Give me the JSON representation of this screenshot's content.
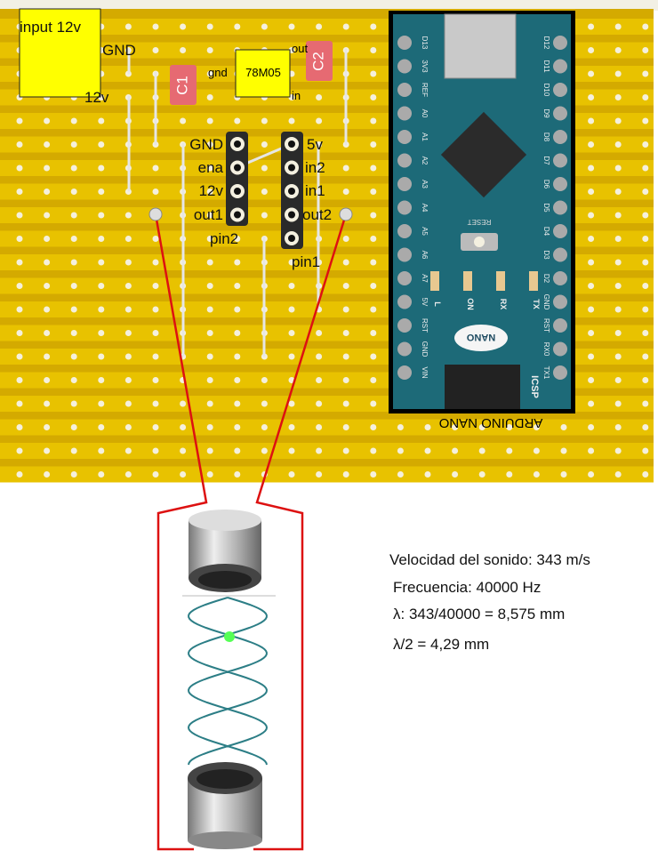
{
  "board": {
    "input_label": "input 12v",
    "gnd_label": "GND",
    "v12_label": "12v",
    "c1": "C1",
    "c2": "C2",
    "regulator": "78M05",
    "reg_gnd": "gnd",
    "reg_out": "out",
    "reg_in": "in",
    "driver_left": [
      "GND",
      "ena",
      "12v",
      "out1"
    ],
    "driver_right": [
      "5v",
      "in2",
      "in1",
      "out2"
    ],
    "pin2": "pin2",
    "pin1": "pin1"
  },
  "arduino": {
    "name": "ARDUINO NANO",
    "logo": "NANO",
    "reset": "RESET",
    "icsp": "ICSP",
    "leds": [
      "L",
      "ON",
      "RX",
      "TX"
    ],
    "left_pins": [
      "D13",
      "3V3",
      "REF",
      "A0",
      "A1",
      "A2",
      "A3",
      "A4",
      "A5",
      "A6",
      "A7",
      "5V",
      "RST",
      "GND",
      "VIN"
    ],
    "right_pins": [
      "D12",
      "D11",
      "D10",
      "D9",
      "D8",
      "D7",
      "D6",
      "D5",
      "D4",
      "D3",
      "D2",
      "GND",
      "RST",
      "RX0",
      "TX1"
    ]
  },
  "info": {
    "line1": "Velocidad del sonido: 343 m/s",
    "line2": "Frecuencia:  40000 Hz",
    "line3": "λ: 343/40000 = 8,575 mm",
    "line4": "λ/2 = 4,29 mm"
  },
  "colors": {
    "board": "#d4aa00",
    "strip": "#e8c200",
    "wire": "#d11",
    "pcb": "#1d6a78"
  }
}
